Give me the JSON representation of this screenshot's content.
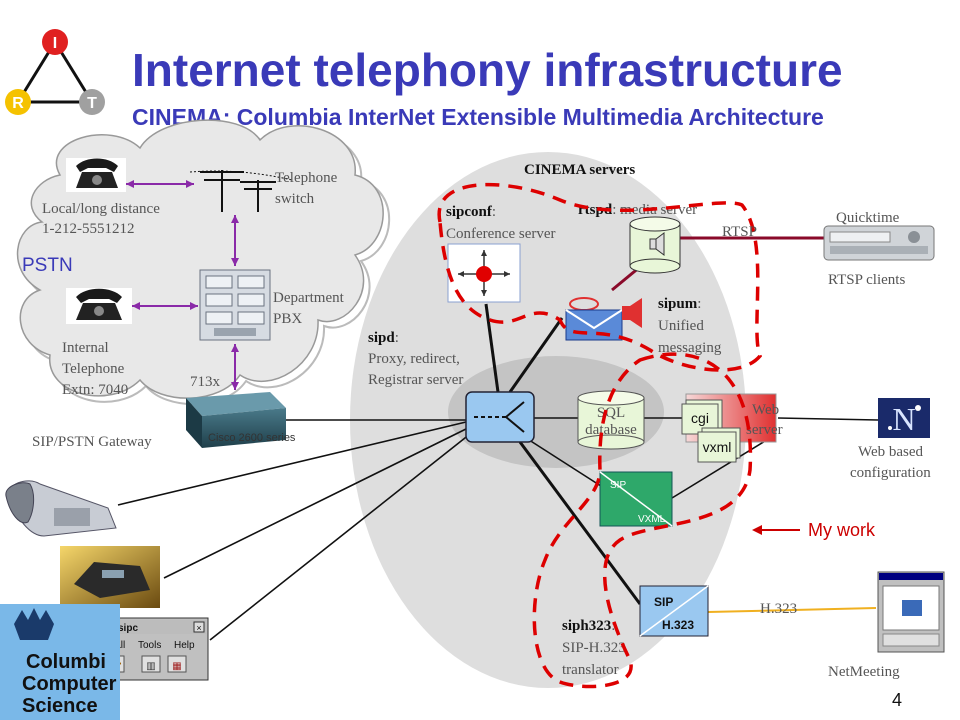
{
  "title": "Internet telephony infrastructure",
  "subtitle": "CINEMA: Columbia InterNet Extensible Multimedia Architecture",
  "logo": {
    "letters": [
      "I",
      "R",
      "T"
    ]
  },
  "columbia_logo": {
    "lines": [
      "Columbi",
      "Computer",
      "Science"
    ]
  },
  "slide_number": "4",
  "pstn": {
    "label": "PSTN",
    "local_phone": "Local/long distance",
    "local_number": "1-212-5551212",
    "telephone_switch": [
      "Telephone",
      "switch"
    ],
    "pbx": [
      "Department",
      "PBX"
    ],
    "internal_phone": [
      "Internal",
      "Telephone",
      "Extn: 7040"
    ],
    "trunk": "713x",
    "gateway": "SIP/PSTN Gateway",
    "gateway_brand": "Cisco 2600 series"
  },
  "servers": {
    "heading": "CINEMA servers",
    "sipconf_name": "sipconf",
    "sipconf_desc": "Conference server",
    "rtspd_name": "rtspd",
    "rtspd_desc": "media server",
    "sipum_name": "sipum",
    "sipum_desc": [
      "Unified",
      "messaging"
    ],
    "sipd_name": "sipd",
    "sipd_desc": [
      "Proxy, redirect,",
      "Registrar server"
    ],
    "sql": [
      "SQL",
      "database"
    ],
    "web_server": [
      "Web",
      "server"
    ],
    "cgi": "cgi",
    "vxml": "vxml",
    "sip_vxml": [
      "SIP",
      "VXML"
    ],
    "siph323_name": "siph323",
    "siph323_desc": [
      "SIP-H.323",
      "translator"
    ],
    "siph323_box": [
      "SIP",
      "H.323"
    ]
  },
  "clients": {
    "quicktime": "Quicktime",
    "rtsp_link": "RTSP",
    "rtsp_clients": "RTSP clients",
    "web_config": [
      "Web based",
      "configuration"
    ],
    "h323_link": "H.323",
    "netmeeting": "NetMeeting",
    "sipc_title": "sipc",
    "sipc_menu": [
      "Call",
      "Tools",
      "Help"
    ]
  },
  "annotation": {
    "label": "My work",
    "color": "#cc0000"
  },
  "colors": {
    "title": "#3a3ab8",
    "dashed": "#dd0000",
    "cloud": "#e8e8e8",
    "server_area": "#dedede"
  }
}
